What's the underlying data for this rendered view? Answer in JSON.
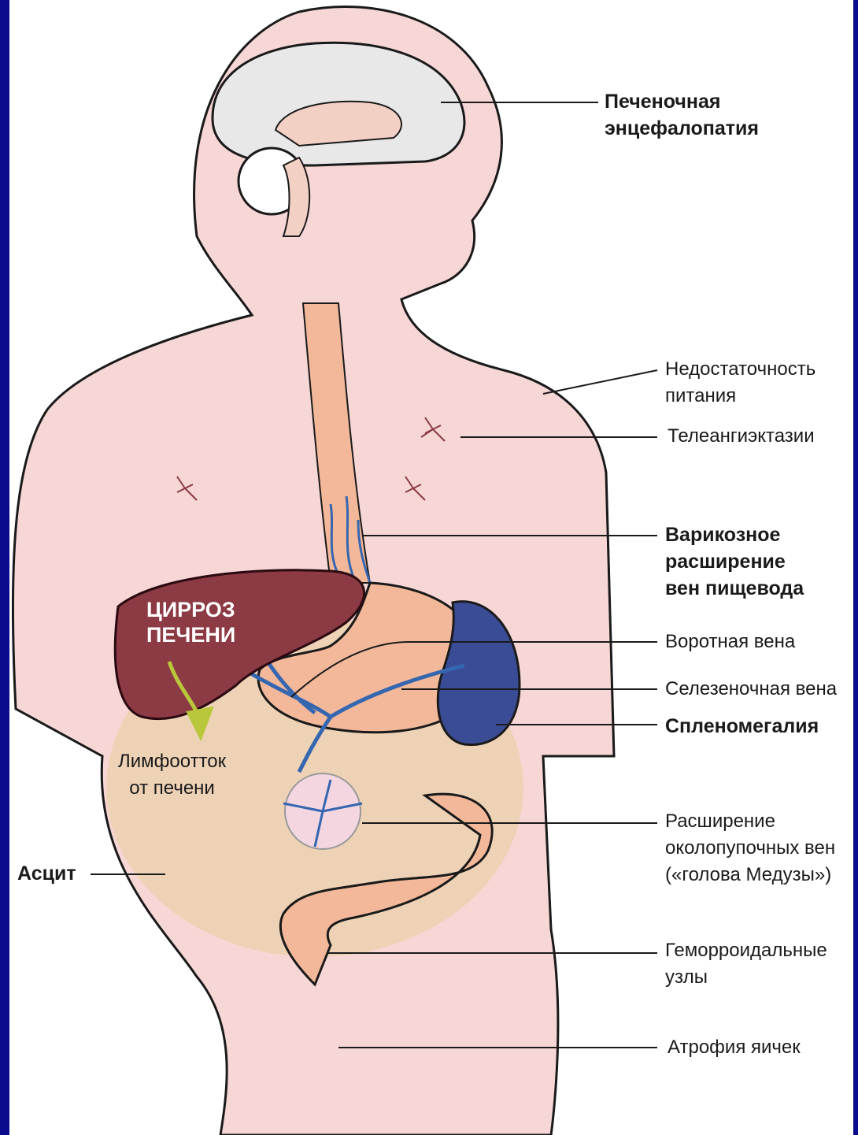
{
  "colors": {
    "frame": "#0a0a8c",
    "skin": "#f7d6d6",
    "outline": "#1a1a1a",
    "liver": "#8c3a44",
    "spleen": "#3b4c96",
    "veins": "#3566b0",
    "ascites": "#e8cf9c",
    "esophagus": "#f3b89a",
    "arrow": "#b8c83a"
  },
  "organ_label": "ЦИРРОЗ\nПЕЧЕНИ",
  "labels": {
    "encephalopathy": "Печеночная\nэнцефалопатия",
    "malnutrition": "Недостаточность\nпитания",
    "telangiectasia": "Телеангиэктазии",
    "varices": "Варикозное\nрасширение\nвен пищевода",
    "portal_vein": "Воротная вена",
    "splenic_vein": "Селезеночная вена",
    "splenomegaly": "Спленомегалия",
    "lymph": "Лимфоотток\nот печени",
    "caput_medusae": "Расширение\nоколопупочных вен\n(«голова Медузы»)",
    "ascites": "Асцит",
    "hemorrhoids": "Геморроидальные\nузлы",
    "testicular_atrophy": "Атрофия яичек"
  },
  "icons": {
    "liver": "liver-illustration",
    "spleen": "spleen-illustration",
    "brain": "brain-illustration",
    "arrow": "lymph-flow-arrow-icon",
    "spider": "spider-angioma-icon"
  }
}
